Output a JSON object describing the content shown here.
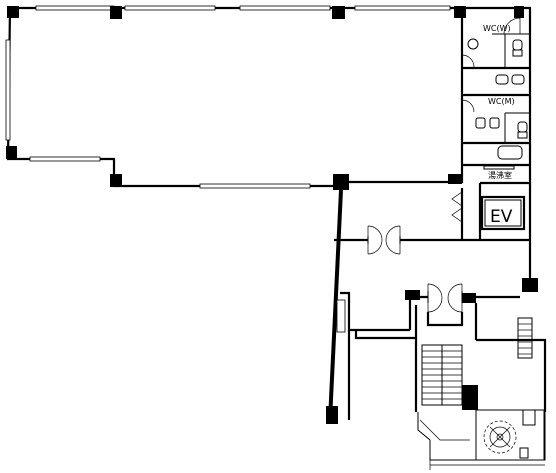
{
  "labels": {
    "wc_women": "WC(W)",
    "wc_men": "WC(M)",
    "kitchenette": "湯沸室",
    "elevator": "EV"
  },
  "colors": {
    "line": "#000000",
    "background": "#ffffff"
  }
}
